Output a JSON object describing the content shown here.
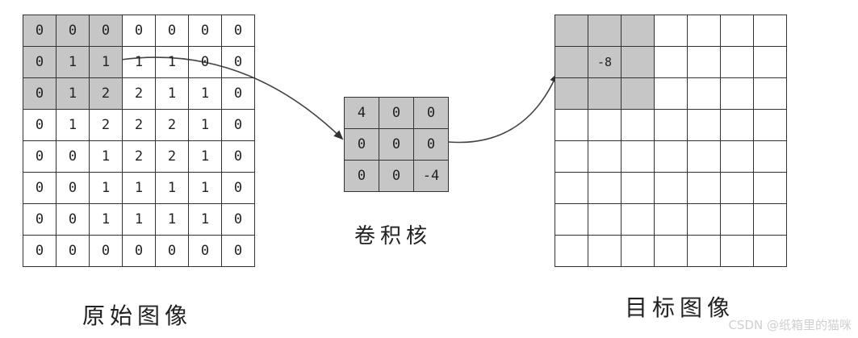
{
  "original_image": {
    "caption": "原始图像",
    "rows": [
      [
        "0",
        "0",
        "0",
        "0",
        "0",
        "0",
        "0"
      ],
      [
        "0",
        "1",
        "1",
        "1",
        "1",
        "0",
        "0"
      ],
      [
        "0",
        "1",
        "2",
        "2",
        "1",
        "1",
        "0"
      ],
      [
        "0",
        "1",
        "2",
        "2",
        "2",
        "1",
        "0"
      ],
      [
        "0",
        "0",
        "1",
        "2",
        "2",
        "1",
        "0"
      ],
      [
        "0",
        "0",
        "1",
        "1",
        "1",
        "1",
        "0"
      ],
      [
        "0",
        "0",
        "1",
        "1",
        "1",
        "1",
        "0"
      ],
      [
        "0",
        "0",
        "0",
        "0",
        "0",
        "0",
        "0"
      ]
    ],
    "shaded_rows": 3,
    "shaded_cols": 3
  },
  "kernel": {
    "caption": "卷积核",
    "rows": [
      [
        "4",
        "0",
        "0"
      ],
      [
        "0",
        "0",
        "0"
      ],
      [
        "0",
        "0",
        "-4"
      ]
    ]
  },
  "target_image": {
    "caption": "目标图像",
    "row_count": 8,
    "col_count": 7,
    "result_value": "-8",
    "result_row": 1,
    "result_col": 1,
    "shaded_rows": 3,
    "shaded_cols": 3
  },
  "colors": {
    "shade": "#c6c6c6",
    "grid_line": "#333333"
  },
  "watermark": "CSDN @纸箱里的猫咪"
}
